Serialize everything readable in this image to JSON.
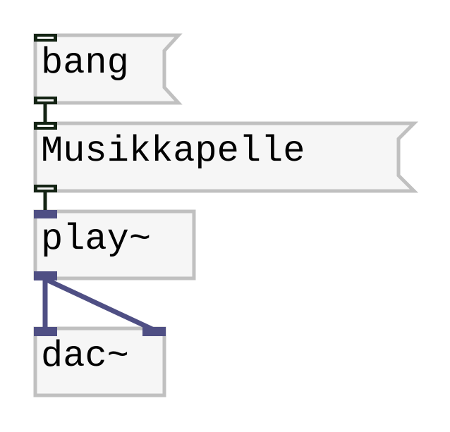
{
  "patch": {
    "objects": [
      {
        "id": "bang-msg",
        "type": "message",
        "text": "bang"
      },
      {
        "id": "musikkapelle-msg",
        "type": "message",
        "text": "Musikkapelle"
      },
      {
        "id": "play-obj",
        "type": "object",
        "text": "play~"
      },
      {
        "id": "dac-obj",
        "type": "object",
        "text": "dac~"
      }
    ],
    "connections": [
      {
        "from": "bang-msg",
        "to": "musikkapelle-msg",
        "kind": "control"
      },
      {
        "from": "musikkapelle-msg",
        "to": "play-obj",
        "kind": "control"
      },
      {
        "from": "play-obj",
        "to": "dac-obj",
        "kind": "signal",
        "inlet": 0
      },
      {
        "from": "play-obj",
        "to": "dac-obj",
        "kind": "signal",
        "inlet": 1
      }
    ]
  },
  "colors": {
    "box_fill": "#f6f6f6",
    "box_border": "#c0c0c0",
    "control_port": "#142414",
    "control_wire": "#142414",
    "signal_port": "#4f4f84",
    "signal_wire": "#4f4f84"
  }
}
